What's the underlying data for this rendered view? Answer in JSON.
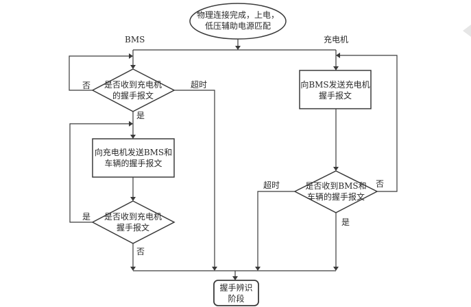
{
  "start": {
    "line1": "物理连接完成，上电，",
    "line2": "低压辅助电源匹配"
  },
  "columns": {
    "bms": "BMS",
    "charger": "充电机"
  },
  "bms": {
    "decision1": {
      "line1": "是否收到充电机",
      "line2": "的握手报文"
    },
    "decision1_no": "否",
    "decision1_yes": "是",
    "decision1_timeout": "超时",
    "process": {
      "line1": "向充电机发送BMS和",
      "line2": "车辆的握手报文"
    },
    "decision2": {
      "line1": "是否收到充电机",
      "line2": "握手报文"
    },
    "decision2_yes": "是",
    "decision2_no": "否"
  },
  "charger": {
    "process": {
      "line1": "向BMS发送充电机",
      "line2": "握手报文"
    },
    "decision": {
      "line1": "是否收到BMS和",
      "line2": "车辆的握手报文"
    },
    "decision_timeout": "超时",
    "decision_no": "否",
    "decision_yes": "是"
  },
  "end": {
    "line1": "握手辨识",
    "line2": "阶段"
  },
  "colors": {
    "stroke": "#3a3a3a",
    "text": "#2a2a2a",
    "background": "#ffffff"
  }
}
